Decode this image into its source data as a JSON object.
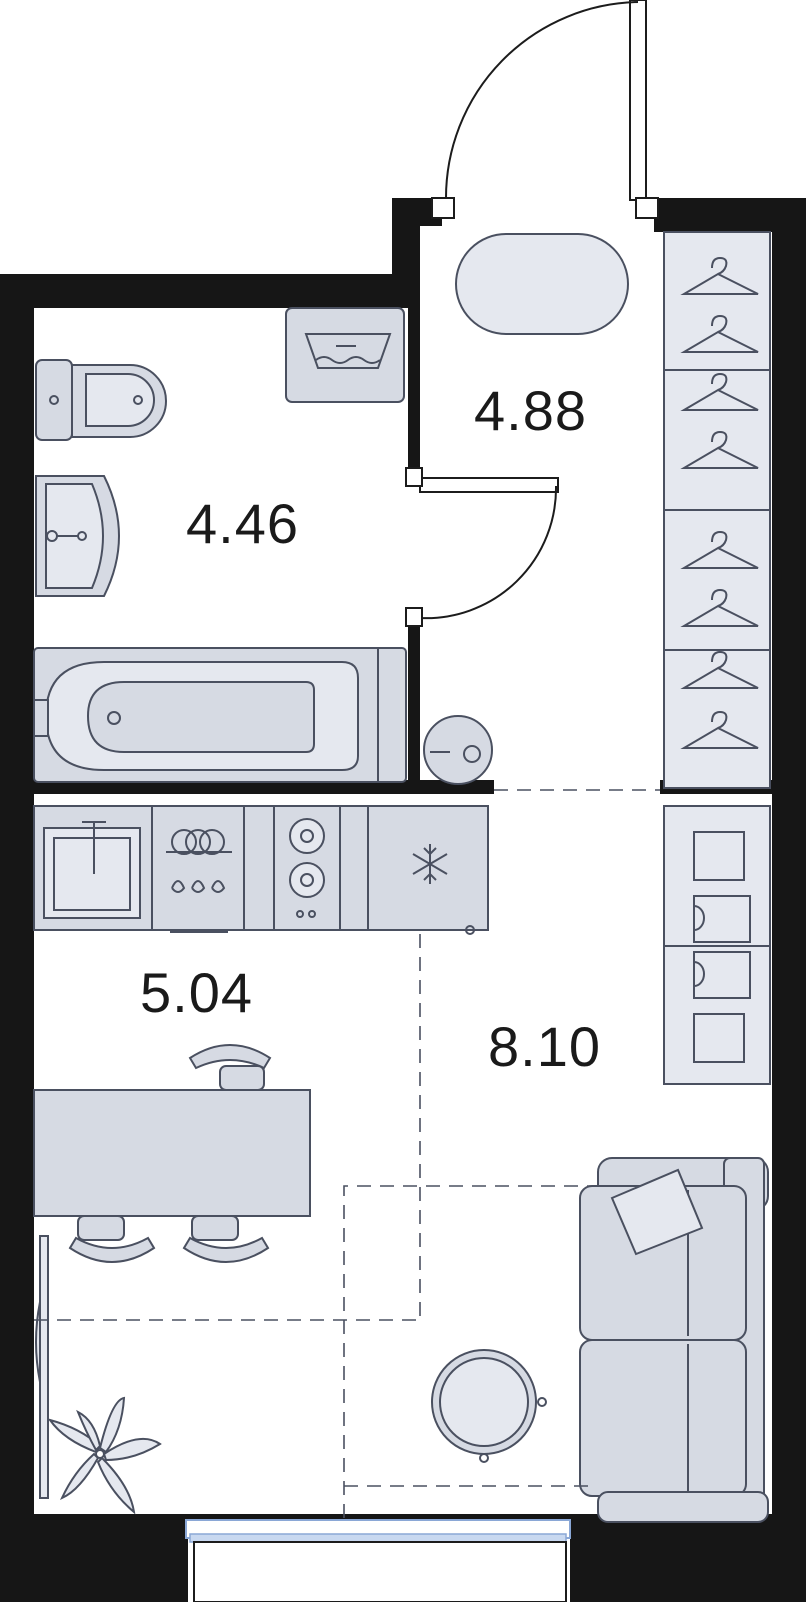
{
  "plan": {
    "rooms": [
      {
        "id": "bathroom",
        "area": "4.46"
      },
      {
        "id": "hallway",
        "area": "4.88"
      },
      {
        "id": "kitchen",
        "area": "5.04"
      },
      {
        "id": "living",
        "area": "8.10"
      }
    ]
  }
}
